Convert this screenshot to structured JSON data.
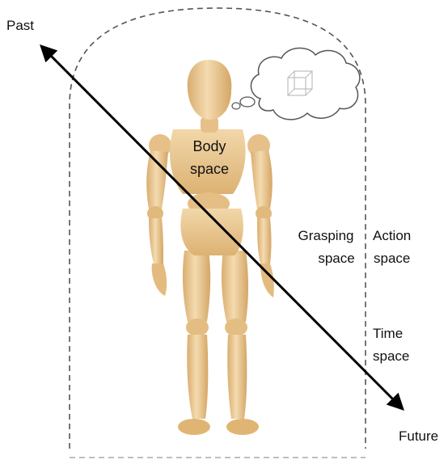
{
  "diagram": {
    "labels": {
      "past": "Past",
      "future": "Future",
      "body_space_line1": "Body",
      "body_space_line2": "space",
      "grasping_space_line1": "Grasping",
      "grasping_space_line2": "space",
      "action_space_line1": "Action",
      "action_space_line2": "space",
      "time_space_line1": "Time",
      "time_space_line2": "space"
    },
    "icons": {
      "figure": "wooden-mannequin-icon",
      "thought": "thought-bubble-icon",
      "cube": "wireframe-cube-icon"
    },
    "colors": {
      "wood_light": "#f1d6a8",
      "wood_mid": "#e3bd82",
      "wood_dark": "#c99a5c",
      "boundary": "#555555",
      "arrow": "#000000"
    }
  }
}
